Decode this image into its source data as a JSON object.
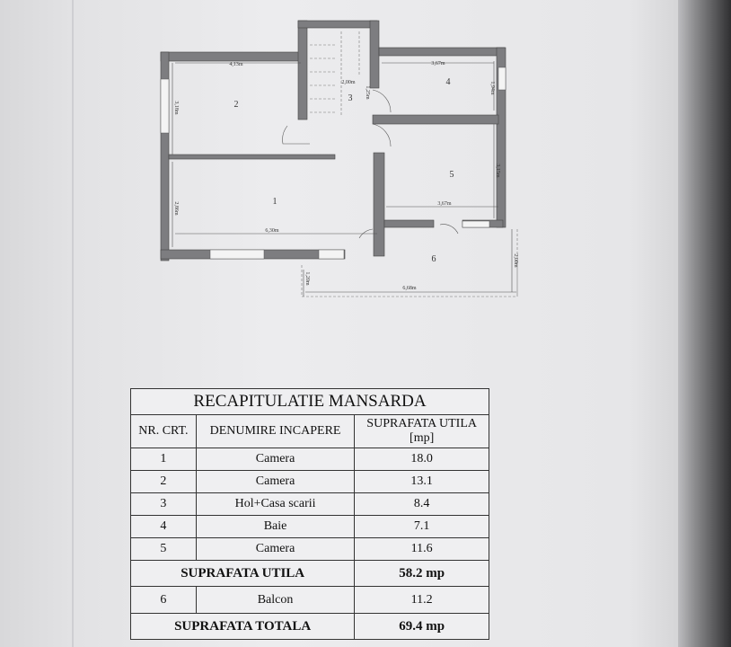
{
  "plan": {
    "rooms": [
      "1",
      "2",
      "3",
      "4",
      "5",
      "6"
    ],
    "dims": {
      "r2_width": "4,13m",
      "r2_height": "3,18m",
      "stair": "2,00m",
      "stair_small": "1,25m",
      "r4_width": "3,67m",
      "r4_height": "1,94m",
      "r5_height": "3,15m",
      "r5_width": "3,67m",
      "r1_height": "2,86m",
      "r1_width": "6,30m",
      "balcony_height": "2,00m",
      "balcony_small": "1,20m",
      "balcony_width": "6,68m"
    }
  },
  "table": {
    "title": "RECAPITULATIE MANSARDA",
    "headers": [
      "NR. CRT.",
      "DENUMIRE INCAPERE",
      "SUPRAFATA UTILA [mp]"
    ],
    "rows": [
      [
        "1",
        "Camera",
        "18.0"
      ],
      [
        "2",
        "Camera",
        "13.1"
      ],
      [
        "3",
        "Hol+Casa scarii",
        "8.4"
      ],
      [
        "4",
        "Baie",
        "7.1"
      ],
      [
        "5",
        "Camera",
        "11.6"
      ]
    ],
    "subtotal": {
      "label": "SUPRAFATA UTILA",
      "value": "58.2 mp"
    },
    "balcony": [
      "6",
      "Balcon",
      "11.2"
    ],
    "total": {
      "label": "SUPRAFATA TOTALA",
      "value": "69.4 mp"
    }
  }
}
